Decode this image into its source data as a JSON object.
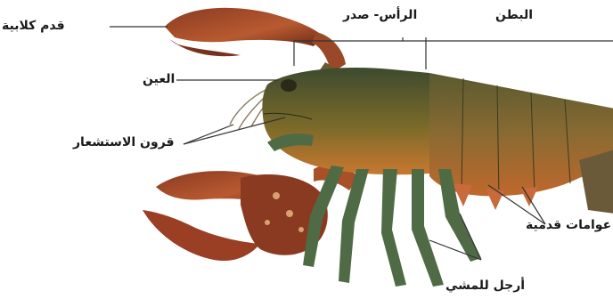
{
  "labels": {
    "cheliped": "قدم كلابية",
    "cephalothorax": "الرأس- صدر",
    "abdomen": "البطن",
    "eye": "العين",
    "antennae": "قرون الاستشعار",
    "swimmerets": "عوامات قدمية",
    "walking_legs": "أرجل للمشي"
  },
  "colors": {
    "shell_dark": "#3d4a2e",
    "shell_orange": "#c9782f",
    "shell_red": "#a84a2a",
    "leg_green": "#4f6b45",
    "line": "#333333",
    "text": "#1a1a1a"
  }
}
